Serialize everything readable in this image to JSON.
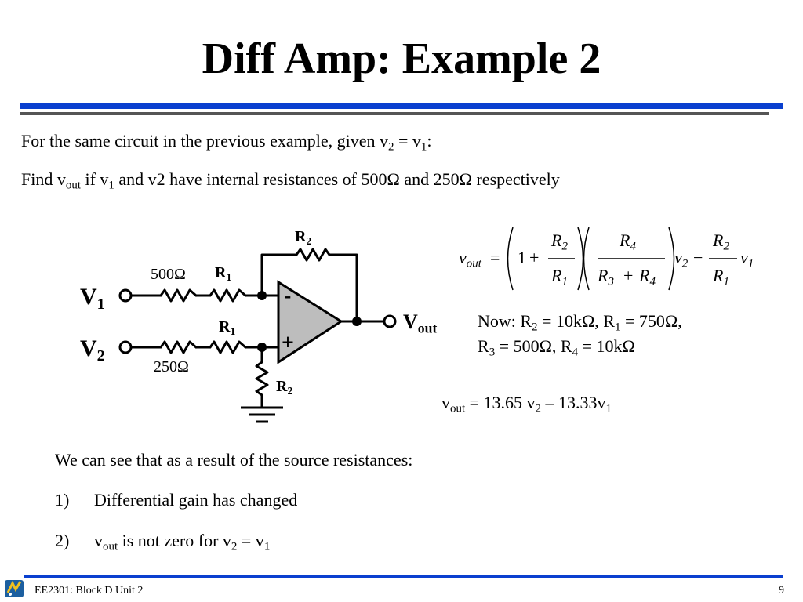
{
  "slide": {
    "title": "Diff Amp: Example 2",
    "intro": {
      "line1": {
        "text": "For the same circuit in the previous example, given v",
        "s1": "2",
        "mid": " = v",
        "s2": "1",
        "end": ":"
      },
      "line2": {
        "a": "Find v",
        "sa": "out",
        "b": " if v",
        "sb": "1",
        "c": " and v2 have internal resistances of 500Ω and 250Ω respectively"
      }
    },
    "circuit": {
      "v1_label": "V",
      "v1_sub": "1",
      "v2_label": "V",
      "v2_sub": "2",
      "vout_label": "V",
      "vout_sub": "out",
      "r_source1": "500Ω",
      "r_source2": "250Ω",
      "r1_top": "R",
      "r1_top_sub": "1",
      "r1_bot": "R",
      "r1_bot_sub": "1",
      "r2_top": "R",
      "r2_top_sub": "2",
      "r2_bot": "R",
      "r2_bot_sub": "2",
      "minus": "-",
      "plus": "+"
    },
    "formula": {
      "vout": "v",
      "vout_sub": "out",
      "eq": "=",
      "one": "1",
      "plus": "+",
      "r2": "R",
      "r2_sub": "2",
      "r1": "R",
      "r1_sub": "1",
      "r4": "R",
      "r4_sub": "4",
      "r3": "R",
      "r3_sub": "3",
      "v2": "v",
      "v2_sub": "2",
      "minus": "−",
      "v1": "v",
      "v1_sub": "1"
    },
    "values": {
      "l1": {
        "a": "Now: R",
        "sa": "2",
        "b": " = 10kΩ, R",
        "sb": "1",
        "c": " = 750Ω,"
      },
      "l2": {
        "a": "R",
        "sa": "3",
        "b": " = 500Ω, R",
        "sb": "4",
        "c": " = 10kΩ"
      }
    },
    "result": {
      "a": "v",
      "sa": "out",
      "b": " = 13.65 v",
      "sb": "2",
      "c": " – 13.33v",
      "sc": "1"
    },
    "conclusion": {
      "intro": "We can see that as a result of the source resistances:",
      "item1_num": "1)",
      "item1": "Differential gain has changed",
      "item2_num": "2)",
      "item2_a": "v",
      "item2_sa": "out",
      "item2_b": " is not zero for v",
      "item2_sb": "2",
      "item2_c": " = v",
      "item2_sc": "1"
    }
  },
  "footer": {
    "course": "EE2301: Block D Unit 2",
    "page": "9"
  },
  "colors": {
    "accent": "#0a3fcf",
    "rule_gray": "#555555",
    "opamp_fill": "#bdbdbd"
  },
  "icons": {
    "logo": "university-logo-icon"
  }
}
